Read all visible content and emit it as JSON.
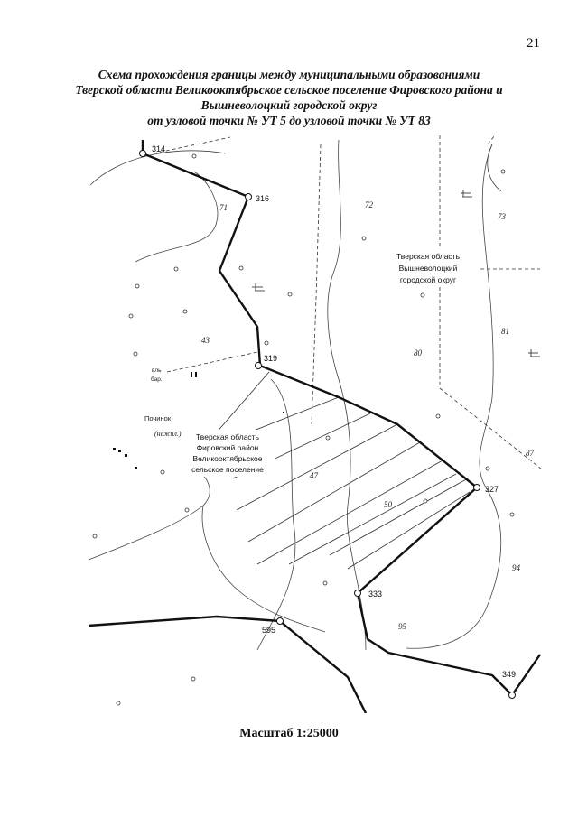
{
  "page": {
    "number": "21"
  },
  "title": {
    "line1": "Схема прохождения границы между муниципальными образованиями",
    "line2": "Тверской области Великооктябрьское сельское поселение Фировского района и",
    "line3": "Вышневолоцкий городской округ",
    "line4": "от узловой точки № УТ 5 до узловой точки № УТ 83"
  },
  "map": {
    "points": {
      "p314": "314",
      "p316": "316",
      "p319": "319",
      "p327": "327",
      "p333": "333",
      "p595": "595",
      "p349": "349"
    },
    "quarters": {
      "q71": "71",
      "q72": "72",
      "q73": "73",
      "q43": "43",
      "q80": "80",
      "q81": "81",
      "q87": "87",
      "q47": "47",
      "q50": "50",
      "q94": "94",
      "q95": "95"
    },
    "region_east": {
      "line1": "Тверская область",
      "line2": "Вышневолоцкий",
      "line3": "городской округ"
    },
    "region_west": {
      "line1": "Тверская область",
      "line2": "Фировский район",
      "line3": "Великооктябрьское",
      "line4": "сельское поселение"
    },
    "place_names": {
      "village": "Починок",
      "nezhil": "(нежил.)",
      "bar_1": "вль",
      "bar_2": "бар."
    }
  },
  "scale": {
    "label": "Масштаб 1:25000"
  }
}
